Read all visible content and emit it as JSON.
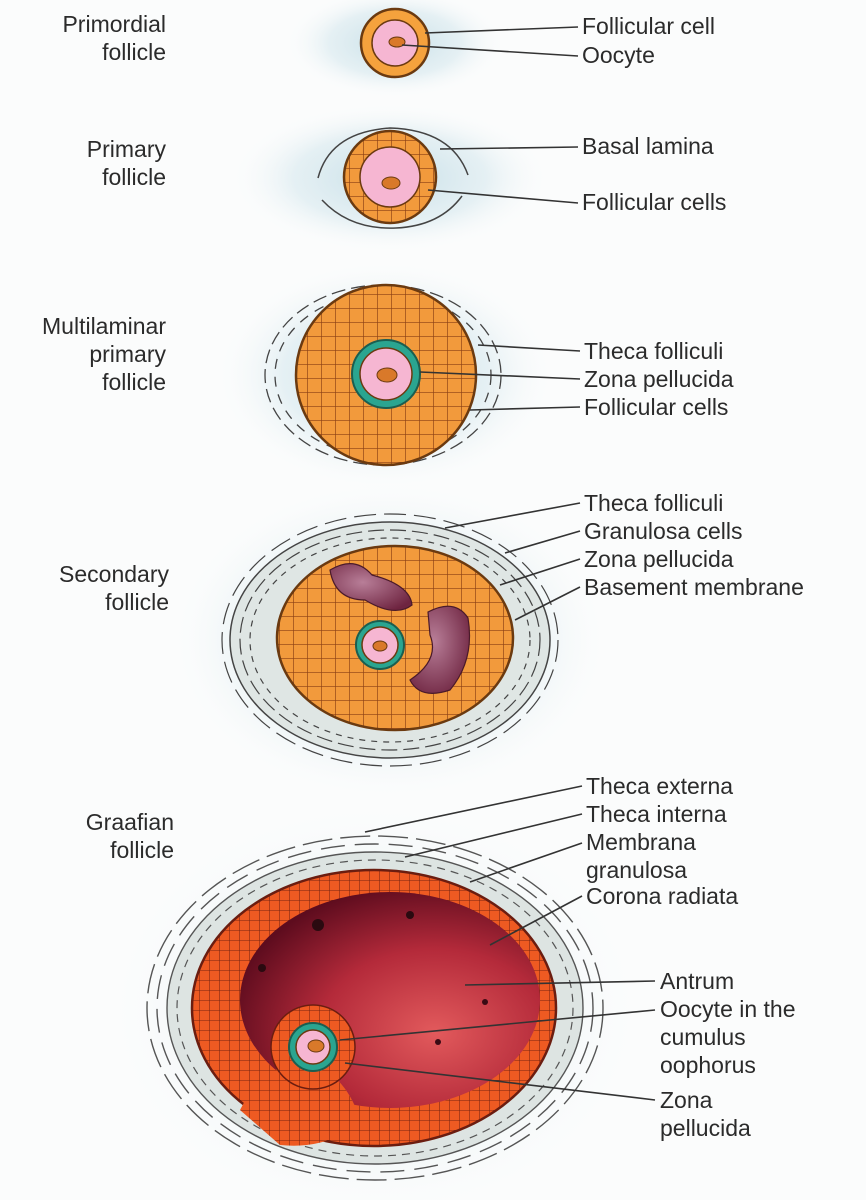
{
  "stages": [
    {
      "id": "primordial",
      "title": [
        "Primordial",
        "follicle"
      ],
      "labels": [
        "Follicular cell",
        "Oocyte"
      ]
    },
    {
      "id": "primary",
      "title": [
        "Primary",
        "follicle"
      ],
      "labels": [
        "Basal lamina",
        "Follicular cells"
      ]
    },
    {
      "id": "multilaminar",
      "title": [
        "Multilaminar",
        "primary",
        "follicle"
      ],
      "labels": [
        "Theca folliculi",
        "Zona pellucida",
        "Follicular cells"
      ]
    },
    {
      "id": "secondary",
      "title": [
        "Secondary",
        "follicle"
      ],
      "labels": [
        "Theca folliculi",
        "Granulosa cells",
        "Zona pellucida",
        "Basement membrane"
      ]
    },
    {
      "id": "graafian",
      "title": [
        "Graafian",
        "follicle"
      ],
      "labels": [
        "Theca externa",
        "Theca interna",
        "Membrana",
        "granulosa",
        "Corona radiata",
        "Antrum",
        "Oocyte in the",
        "cumulus",
        "oophorus",
        "Zona",
        "pellucida"
      ]
    }
  ],
  "colors": {
    "halo": "#b9d6df",
    "follicular": "#f29a3c",
    "cell_line": "#8a3f14",
    "oocyte": "#f6b6d2",
    "nucleus": "#d9792a",
    "zona": "#2aa590",
    "theca_line": "#4a4a4a",
    "antrum_dark": "#6b0f22",
    "antrum_light": "#d64a52",
    "membrana": "#e8461f",
    "secondary_cavity": "#7a2b45"
  }
}
